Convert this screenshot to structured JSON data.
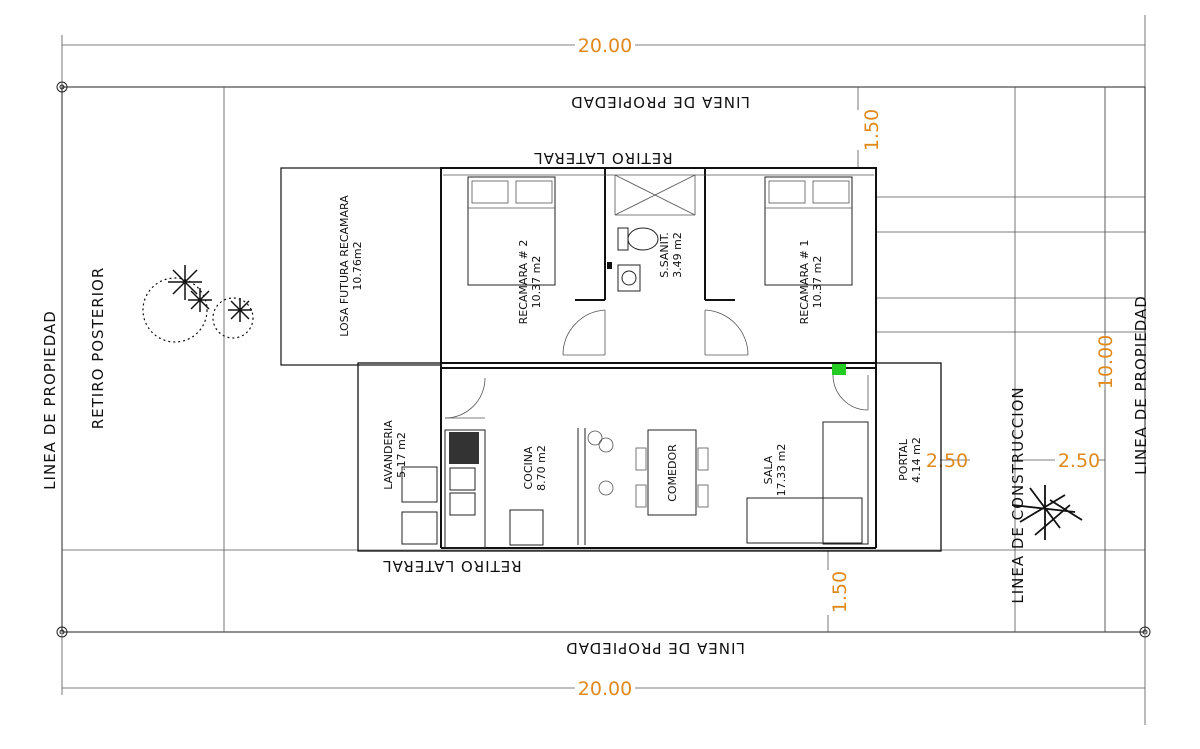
{
  "dimensions": {
    "top_width": "20.00",
    "bottom_width": "20.00",
    "top_setback": "1.50",
    "bottom_setback": "1.50",
    "right_height": "10.00",
    "portal_depth": "2.50",
    "front_setback": "2.50"
  },
  "labels": {
    "property_line_top": "LINEA DE PROPIEDAD",
    "property_line_bottom": "LINEA DE PROPIEDAD",
    "property_line_left": "LINEA DE PROPIEDAD",
    "property_line_right": "LINEA DE PROPIEDAD",
    "rear_setback": "RETIRO POSTERIOR",
    "side_setback_top": "RETIRO LATERAL",
    "side_setback_bottom": "RETIRO LATERAL",
    "construction_line": "LINEA DE CONSTRUCCION"
  },
  "rooms": {
    "losa": {
      "name": "LOSA FUTURA RECAMARA",
      "area": "10.76m2"
    },
    "recamara2": {
      "name": "RECAMARA # 2",
      "area": "10.37 m2"
    },
    "sanitario": {
      "name": "S.SANIT.",
      "area": "3.49 m2"
    },
    "recamara1": {
      "name": "RECAMARA # 1",
      "area": "10.37 m2"
    },
    "lavanderia": {
      "name": "LAVANDERIA",
      "area": "5.17 m2"
    },
    "cocina": {
      "name": "COCINA",
      "area": "8.70 m2"
    },
    "comedor": {
      "name": "COMEDOR"
    },
    "sala": {
      "name": "SALA",
      "area": "17.33 m2"
    },
    "portal": {
      "name": "PORTAL",
      "area": "4.14 m2"
    }
  },
  "colors": {
    "dimension": "#e08a1e",
    "marker": "#22cc22"
  }
}
